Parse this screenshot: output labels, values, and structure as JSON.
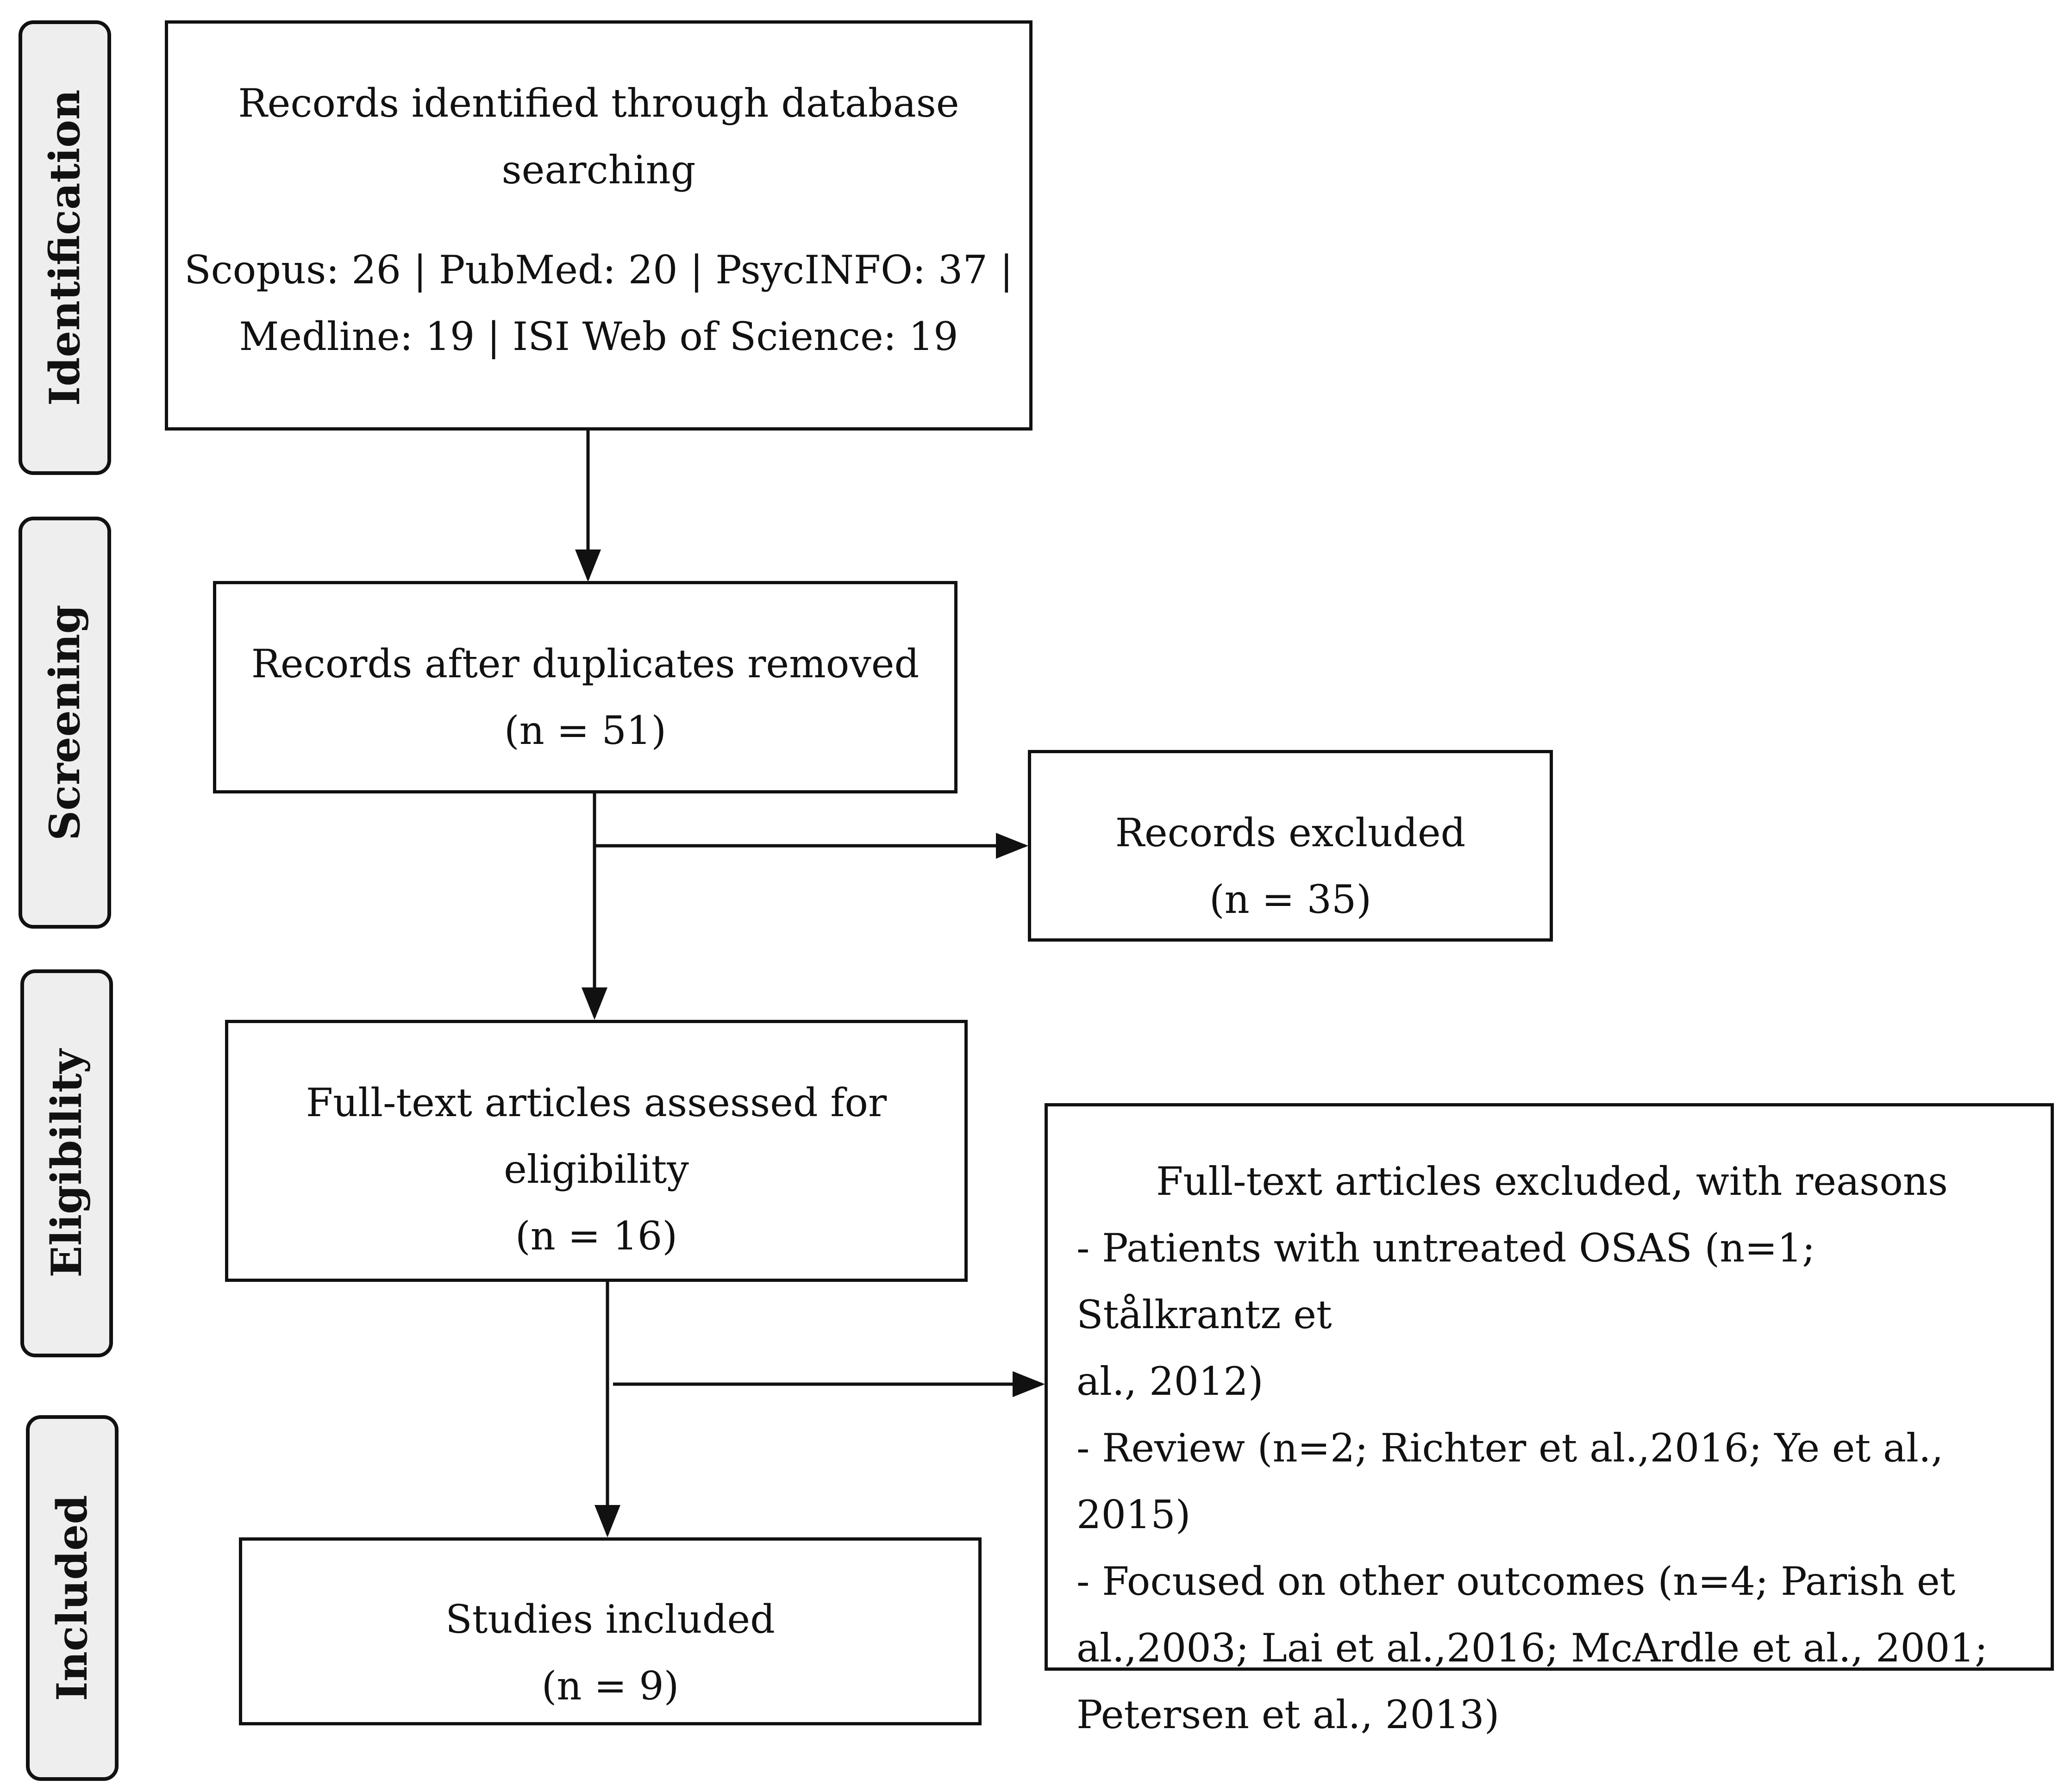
{
  "phases": {
    "identification": "Identification",
    "screening": "Screening",
    "eligibility": "Eligibility",
    "included": "Included"
  },
  "identification": {
    "title_line1": "Records identified through database",
    "title_line2": "searching",
    "sources_line1": "Scopus: 26 | PubMed: 20 | PsycINFO: 37 |",
    "sources_line2": "Medline: 19 | ISI Web of Science: 19"
  },
  "screening": {
    "title": "Records after duplicates removed",
    "count": "(n = 51)"
  },
  "records_excluded": {
    "title": "Records excluded",
    "count": "(n = 35)"
  },
  "eligibility": {
    "title_line1": "Full-text articles assessed for",
    "title_line2": "eligibility",
    "count": "(n = 16)"
  },
  "fulltext_excluded": {
    "heading": "Full-text articles excluded, with reasons",
    "lines": [
      "- Patients with untreated OSAS (n=1; Stålkrantz et",
      "al., 2012)",
      "- Review (n=2; Richter et al.,2016; Ye et al., 2015)",
      "- Focused on other outcomes (n=4; Parish et",
      "al.,2003; Lai et al.,2016; McArdle et al., 2001;",
      "Petersen et al., 2013)"
    ]
  },
  "included": {
    "title": "Studies included",
    "count": "(n = 9)"
  }
}
